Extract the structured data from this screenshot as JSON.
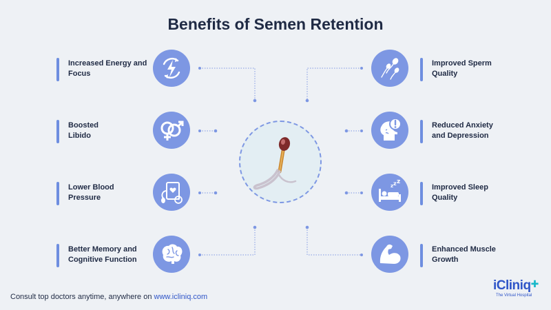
{
  "title": "Benefits of Semen Retention",
  "left_items": [
    {
      "label": "Increased Energy and Focus",
      "icon": "energy-icon"
    },
    {
      "label": "Boosted Libido",
      "icon": "gender-symbols-icon"
    },
    {
      "label": "Lower Blood Pressure",
      "icon": "blood-pressure-monitor-icon"
    },
    {
      "label": "Better Memory and Cognitive Function",
      "icon": "brain-icon"
    }
  ],
  "right_items": [
    {
      "label": "Improved Sperm Quality",
      "icon": "sperm-icon"
    },
    {
      "label": "Reduced Anxiety and Depression",
      "icon": "anxious-head-icon"
    },
    {
      "label": "Improved Sleep Quality",
      "icon": "sleeping-bed-icon"
    },
    {
      "label": "Enhanced Muscle Growth",
      "icon": "flexed-arm-icon"
    }
  ],
  "center_icon": "sperm-illustration-icon",
  "footer": {
    "text": "Consult top doctors anytime, anywhere on ",
    "link": "www.icliniq.com"
  },
  "logo": {
    "brand": "iCliniq",
    "tagline": "The Virtual Hospital"
  },
  "colors": {
    "accent": "#7d97e3",
    "bar": "#6e8ee0",
    "title": "#1f2a44",
    "link": "#2f55c8",
    "background": "#eef1f5"
  }
}
